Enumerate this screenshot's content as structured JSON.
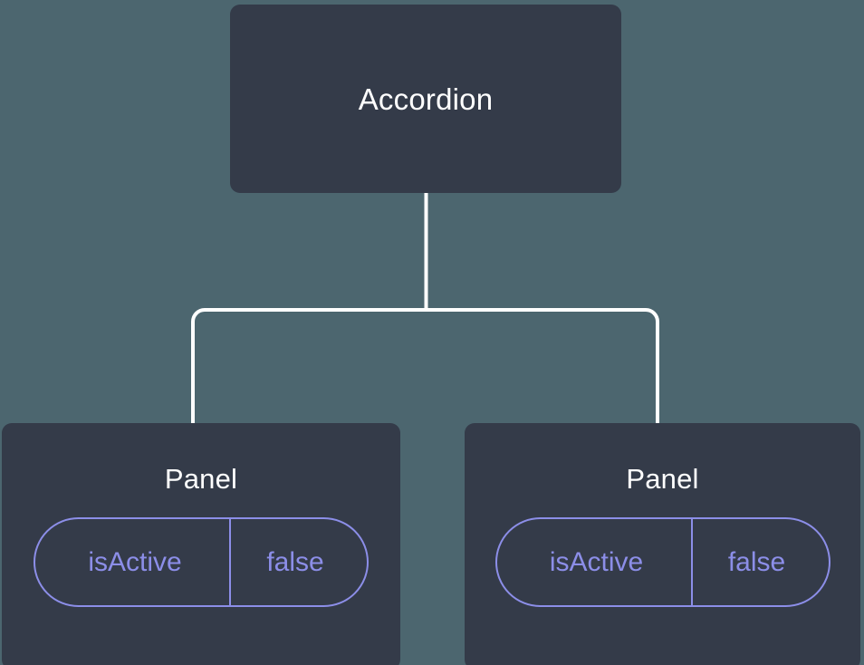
{
  "canvas": {
    "background": "#4c666f",
    "node_fill": "#343b49",
    "edge_color": "#ffffff",
    "title_color": "#ffffff",
    "accent_color": "#8c8ee8"
  },
  "diagram": {
    "type": "component-tree",
    "root": {
      "title": "Accordion"
    },
    "children": [
      {
        "title": "Panel",
        "prop": {
          "key": "isActive",
          "value": "false"
        }
      },
      {
        "title": "Panel",
        "prop": {
          "key": "isActive",
          "value": "false"
        }
      }
    ],
    "edges": [
      {
        "from": "Accordion",
        "to": "Panel"
      },
      {
        "from": "Accordion",
        "to": "Panel"
      }
    ]
  }
}
